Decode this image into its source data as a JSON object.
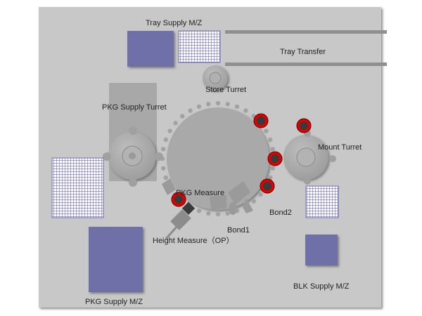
{
  "labels": {
    "tray_supply_mz": "Tray Supply M/Z",
    "tray_transfer": "Tray Transfer",
    "store_turret": "Store Turret",
    "pkg_supply_turret": "PKG Supply Turret",
    "mount_turret": "Mount Turret",
    "pkg_measure": "PKG Measure",
    "bond2": "Bond2",
    "bond1": "Bond1",
    "height_measure": "Height Measure（OP）",
    "blk_supply_mz": "BLK Supply M/Z",
    "pkg_supply_mz": "PKG Supply M/Z"
  },
  "colors": {
    "background": "#c8c8c8",
    "machine": "#a9a9a9",
    "magazine": "#6f6fa8",
    "grid": "#8080c0",
    "red_ring": "#e00000"
  }
}
